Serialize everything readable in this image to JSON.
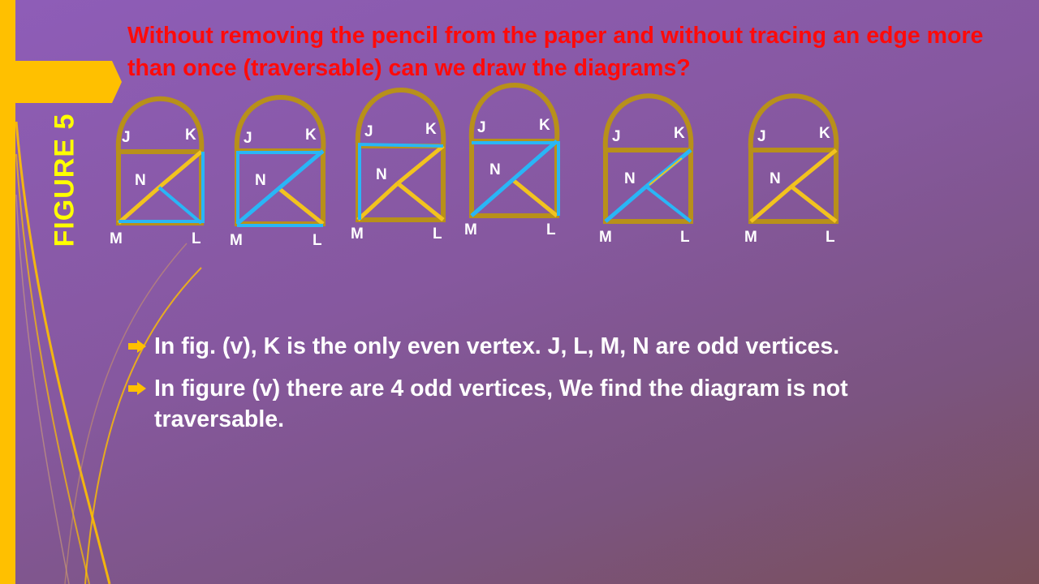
{
  "title": "Without removing the pencil from the paper and without tracing an edge more than once (traversable) can we draw the diagrams?",
  "figure_label": "FIGURE 5",
  "vertex_labels": {
    "J": "J",
    "K": "K",
    "N": "N",
    "M": "M",
    "L": "L"
  },
  "bullets": [
    "In fig. (v), K is the only even vertex. J, L, M, N are odd vertices.",
    "In figure (v) there are 4 odd vertices, We find the diagram is not traversable."
  ],
  "colors": {
    "background": "#8e5db8",
    "title": "#ff0a0a",
    "accent_bar": "#ffc000",
    "figure_label": "#ffff00",
    "edge_base": "#b8901a",
    "edge_diagonal": "#f2c31e",
    "edge_traced": "#29b6f6",
    "text": "#ffffff"
  }
}
